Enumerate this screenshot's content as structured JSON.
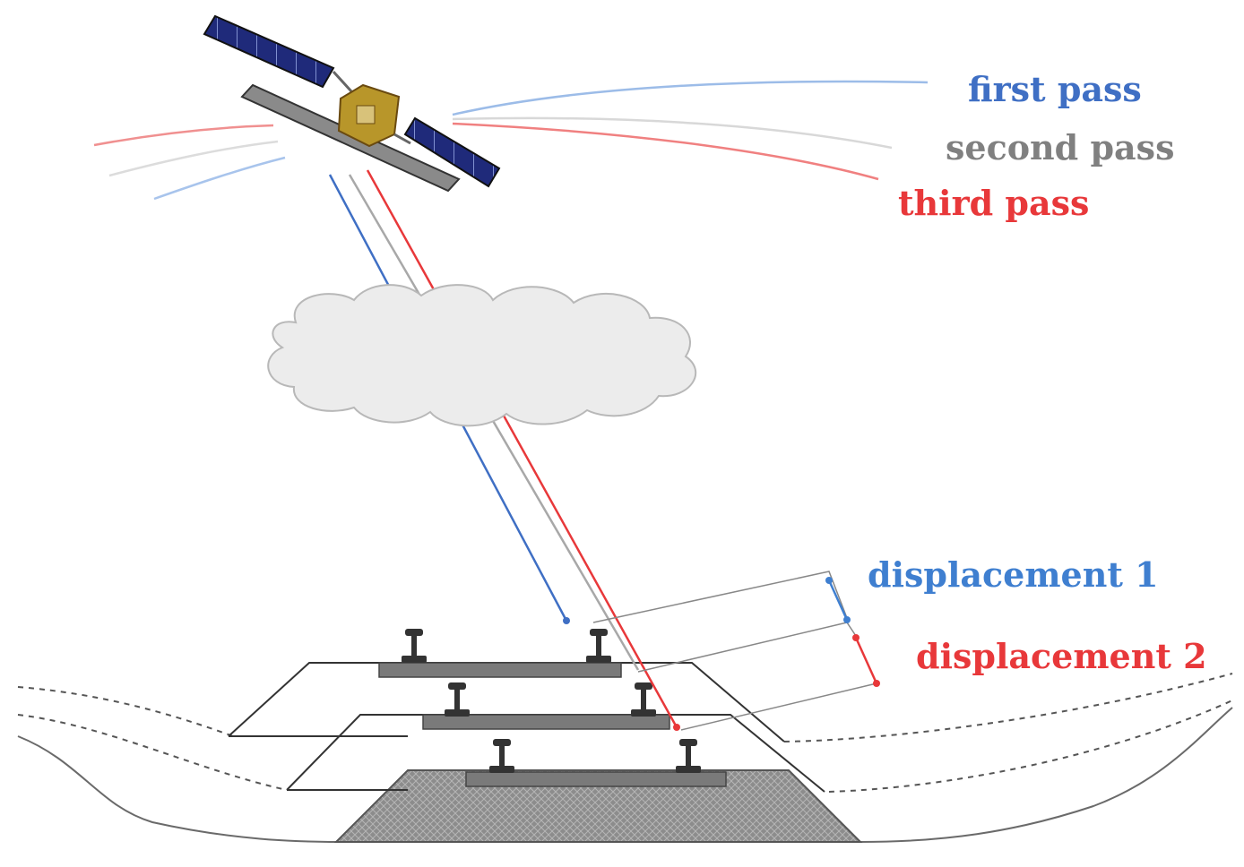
{
  "labels": {
    "first_pass": "first pass",
    "second_pass": "second pass",
    "third_pass": "third pass",
    "displacement_1": "displacement 1",
    "displacement_2": "displacement 2"
  },
  "colors": {
    "first_pass": "#3f6fc4",
    "second_pass": "#808080",
    "third_pass": "#e8383a",
    "displacement_1": "#3f7fd0",
    "displacement_2": "#e8383a",
    "solar_panel": "#1f2a7a",
    "satellite_body": "#b8962a",
    "cloud": "#e9e9e9",
    "ballast": "#8a8a8a",
    "rail": "#666666"
  }
}
